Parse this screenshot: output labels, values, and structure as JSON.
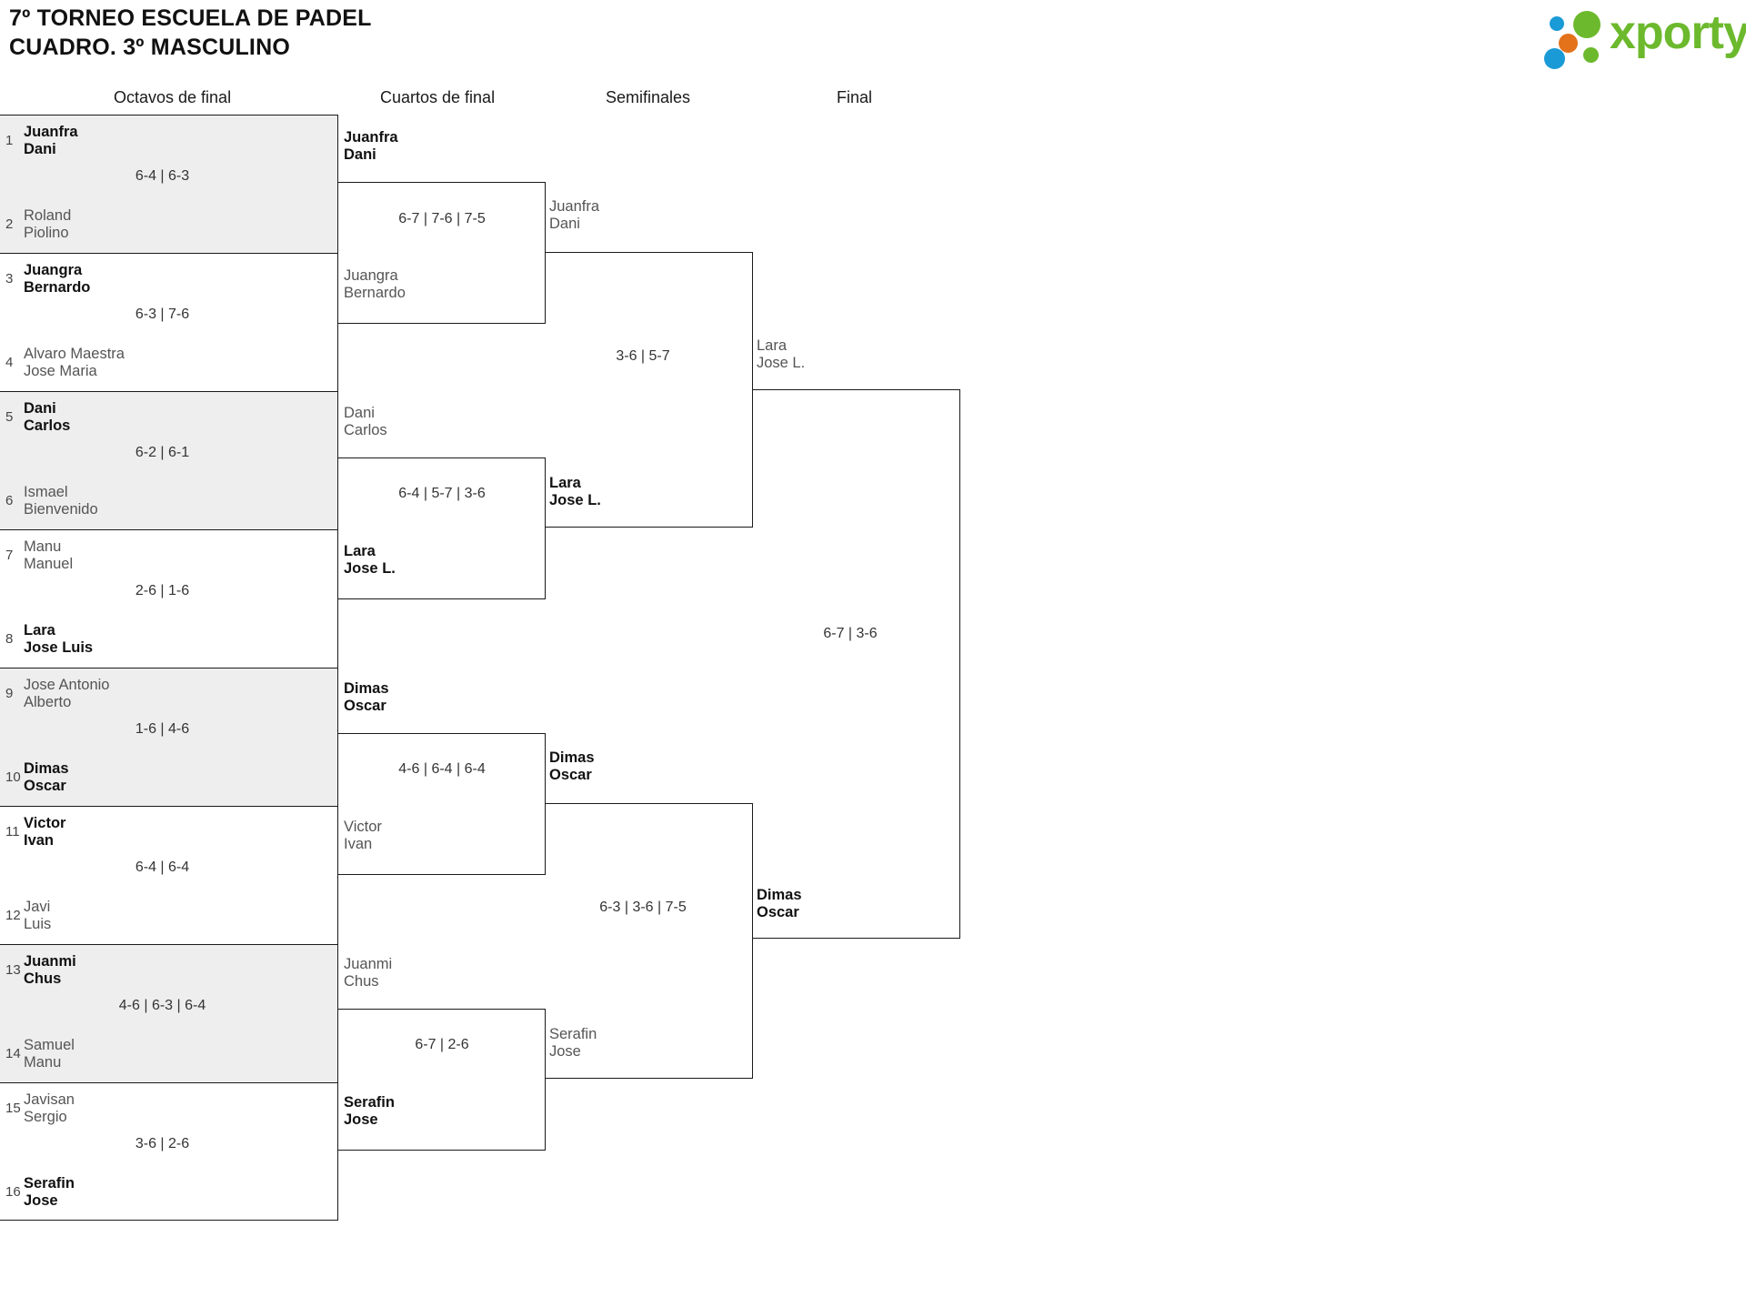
{
  "header": {
    "title_line1": "7º TORNEO ESCUELA DE PADEL",
    "title_line2": "CUADRO. 3º MASCULINO",
    "logo_text": "xporty"
  },
  "rounds": [
    {
      "label": "Octavos de final"
    },
    {
      "label": "Cuartos de final"
    },
    {
      "label": "Semifinales"
    },
    {
      "label": "Final"
    }
  ],
  "round1": [
    {
      "seed_top": "1",
      "top_l1": "Juanfra",
      "top_l2": "Dani",
      "top_win": true,
      "seed_bot": "2",
      "bot_l1": "Roland",
      "bot_l2": "Piolino",
      "bot_win": false,
      "score": "6-4 | 6-3",
      "shaded": true
    },
    {
      "seed_top": "3",
      "top_l1": "Juangra",
      "top_l2": "Bernardo",
      "top_win": true,
      "seed_bot": "4",
      "bot_l1": "Alvaro Maestra",
      "bot_l2": "Jose Maria",
      "bot_win": false,
      "score": "6-3 | 7-6",
      "shaded": false
    },
    {
      "seed_top": "5",
      "top_l1": "Dani",
      "top_l2": "Carlos",
      "top_win": true,
      "seed_bot": "6",
      "bot_l1": "Ismael",
      "bot_l2": "Bienvenido",
      "bot_win": false,
      "score": "6-2 | 6-1",
      "shaded": true
    },
    {
      "seed_top": "7",
      "top_l1": "Manu",
      "top_l2": "Manuel",
      "top_win": false,
      "seed_bot": "8",
      "bot_l1": "Lara",
      "bot_l2": "Jose Luis",
      "bot_win": true,
      "score": "2-6 | 1-6",
      "shaded": false
    },
    {
      "seed_top": "9",
      "top_l1": "Jose Antonio",
      "top_l2": "Alberto",
      "top_win": false,
      "seed_bot": "10",
      "bot_l1": "Dimas",
      "bot_l2": "Oscar",
      "bot_win": true,
      "score": "1-6 | 4-6",
      "shaded": true
    },
    {
      "seed_top": "11",
      "top_l1": "Victor",
      "top_l2": "Ivan",
      "top_win": true,
      "seed_bot": "12",
      "bot_l1": "Javi",
      "bot_l2": "Luis",
      "bot_win": false,
      "score": "6-4 | 6-4",
      "shaded": false
    },
    {
      "seed_top": "13",
      "top_l1": "Juanmi",
      "top_l2": "Chus",
      "top_win": true,
      "seed_bot": "14",
      "bot_l1": "Samuel",
      "bot_l2": "Manu",
      "bot_win": false,
      "score": "4-6 | 6-3 | 6-4",
      "shaded": true
    },
    {
      "seed_top": "15",
      "top_l1": "Javisan",
      "top_l2": "Sergio",
      "top_win": false,
      "seed_bot": "16",
      "bot_l1": "Serafin",
      "bot_l2": "Jose",
      "bot_win": true,
      "score": "3-6 | 2-6",
      "shaded": false
    }
  ],
  "round2": [
    {
      "top_l1": "Juanfra",
      "top_l2": "Dani",
      "top_win": true,
      "bot_l1": "Juangra",
      "bot_l2": "Bernardo",
      "bot_win": false,
      "score": "6-7 | 7-6 | 7-5"
    },
    {
      "top_l1": "Dani",
      "top_l2": "Carlos",
      "top_win": false,
      "bot_l1": "Lara",
      "bot_l2": "Jose L.",
      "bot_win": true,
      "score": "6-4 | 5-7 | 3-6"
    },
    {
      "top_l1": "Dimas",
      "top_l2": "Oscar",
      "top_win": true,
      "bot_l1": "Victor",
      "bot_l2": "Ivan",
      "bot_win": false,
      "score": "4-6 | 6-4 | 6-4"
    },
    {
      "top_l1": "Juanmi",
      "top_l2": "Chus",
      "top_win": false,
      "bot_l1": "Serafin",
      "bot_l2": "Jose",
      "bot_win": true,
      "score": "6-7 | 2-6"
    }
  ],
  "round3": [
    {
      "top_l1": "Juanfra",
      "top_l2": "Dani",
      "top_win": false,
      "bot_l1": "Lara",
      "bot_l2": "Jose L.",
      "bot_win": true,
      "score": "3-6 | 5-7"
    },
    {
      "top_l1": "Dimas",
      "top_l2": "Oscar",
      "top_win": true,
      "bot_l1": "Serafin",
      "bot_l2": "Jose",
      "bot_win": false,
      "score": "6-3 | 3-6 | 7-5"
    }
  ],
  "round4": [
    {
      "top_l1": "Lara",
      "top_l2": "Jose L.",
      "top_win": false,
      "bot_l1": "Dimas",
      "bot_l2": "Oscar",
      "bot_win": true,
      "score": "6-7 | 3-6"
    }
  ],
  "colors": {
    "line": "#1a1a1a",
    "shade": "#eeeeee",
    "winner_text": "#111111",
    "loser_text": "#555555",
    "logo_green": "#6cb92d",
    "logo_blue": "#1a9ad6",
    "logo_orange": "#e3721a"
  }
}
